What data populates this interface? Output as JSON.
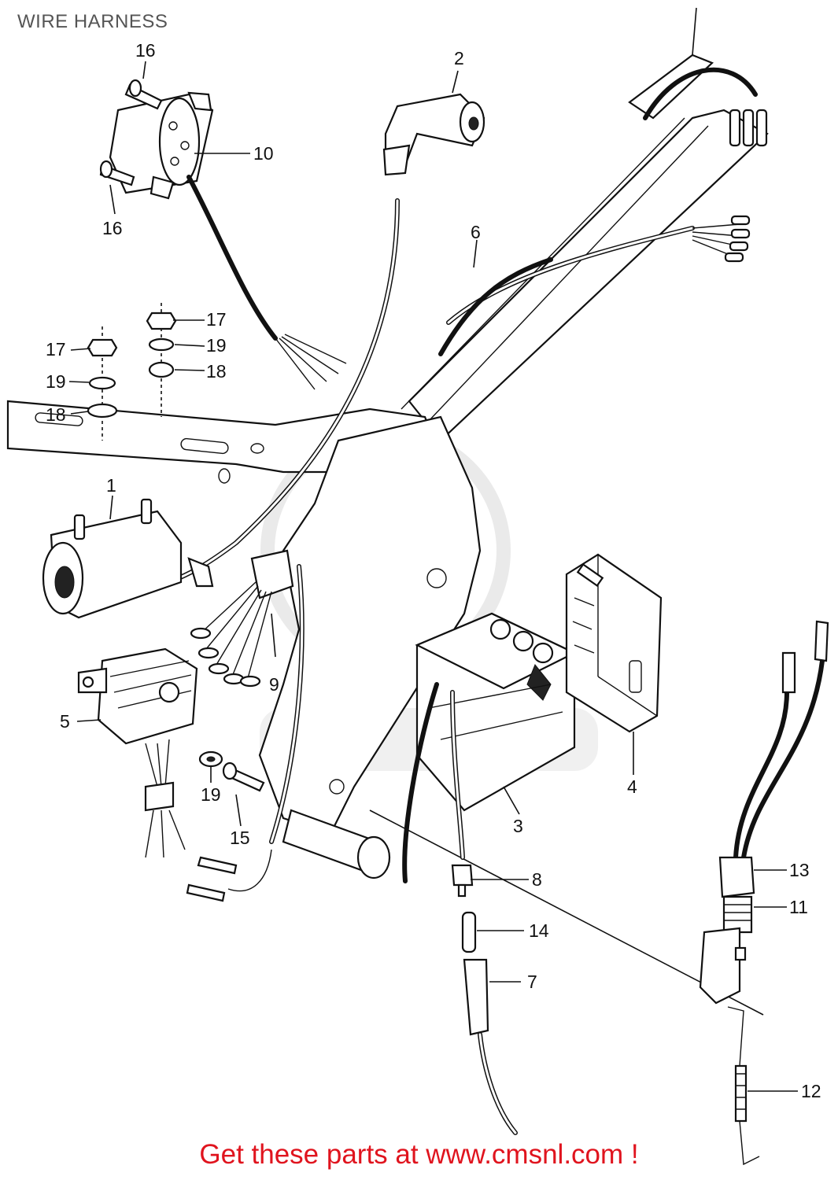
{
  "header": {
    "title": "WIRE HARNESS"
  },
  "footer": {
    "text": "Get these parts at www.cmsnl.com !"
  },
  "callouts": [
    {
      "id": "c16a",
      "text": "16"
    },
    {
      "id": "c16b",
      "text": "16"
    },
    {
      "id": "c10",
      "text": "10"
    },
    {
      "id": "c2",
      "text": "2"
    },
    {
      "id": "c6",
      "text": "6"
    },
    {
      "id": "c17a",
      "text": "17"
    },
    {
      "id": "c19a",
      "text": "19"
    },
    {
      "id": "c18a",
      "text": "18"
    },
    {
      "id": "c17b",
      "text": "17"
    },
    {
      "id": "c19b",
      "text": "19"
    },
    {
      "id": "c18b",
      "text": "18"
    },
    {
      "id": "c1",
      "text": "1"
    },
    {
      "id": "c9",
      "text": "9"
    },
    {
      "id": "c5",
      "text": "5"
    },
    {
      "id": "c19c",
      "text": "19"
    },
    {
      "id": "c15",
      "text": "15"
    },
    {
      "id": "c4",
      "text": "4"
    },
    {
      "id": "c3",
      "text": "3"
    },
    {
      "id": "c8",
      "text": "8"
    },
    {
      "id": "c14",
      "text": "14"
    },
    {
      "id": "c7",
      "text": "7"
    },
    {
      "id": "c13",
      "text": "13"
    },
    {
      "id": "c11",
      "text": "11"
    },
    {
      "id": "c12",
      "text": "12"
    }
  ]
}
